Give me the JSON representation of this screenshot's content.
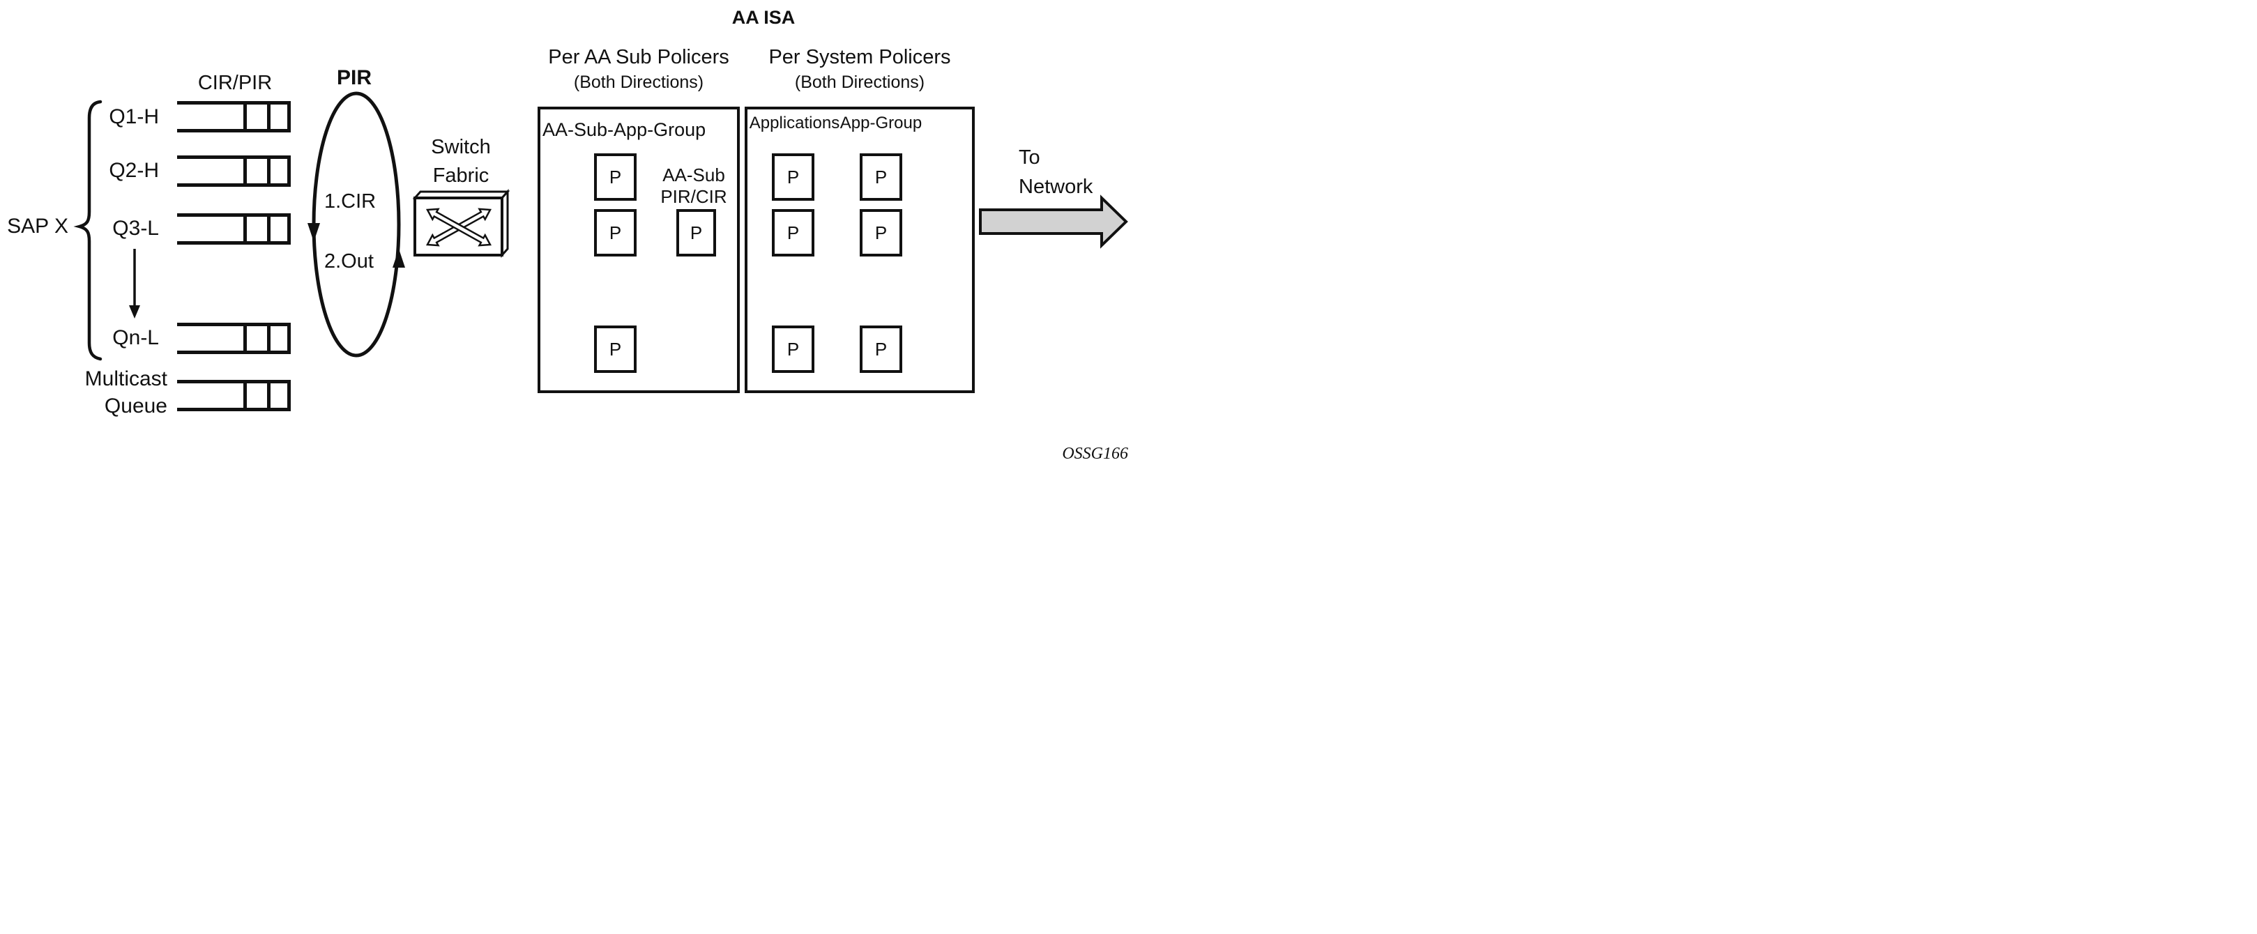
{
  "header": {
    "title": "AA ISA"
  },
  "sap": {
    "label": "SAP X",
    "cir_pir_header": "CIR/PIR",
    "queues": [
      {
        "label": "Q1-H"
      },
      {
        "label": "Q2-H"
      },
      {
        "label": "Q3-L"
      },
      {
        "label": "Qn-L"
      }
    ],
    "multicast_label_line1": "Multicast",
    "multicast_label_line2": "Queue"
  },
  "scheduler": {
    "title": "PIR",
    "step1": "1.CIR",
    "step2": "2.Out"
  },
  "switch_fabric": {
    "label_line1": "Switch",
    "label_line2": "Fabric"
  },
  "aa_sub_policers": {
    "heading": "Per AA Sub Policers",
    "subheading": "(Both Directions)",
    "group_label": "AA-Sub-App-Group",
    "sub_label_line1": "AA-Sub",
    "sub_label_line2": "PIR/CIR",
    "policer_letter": "P"
  },
  "system_policers": {
    "heading": "Per System Policers",
    "subheading": "(Both Directions)",
    "column1_label": "Applications",
    "column2_label": "App-Group",
    "policer_letter": "P"
  },
  "output": {
    "label_line1": "To",
    "label_line2": "Network"
  },
  "figure_id": "OSSG166",
  "colors": {
    "ink": "#111111",
    "big_arrow_fill": "#d2d2d2",
    "background": "#ffffff"
  }
}
